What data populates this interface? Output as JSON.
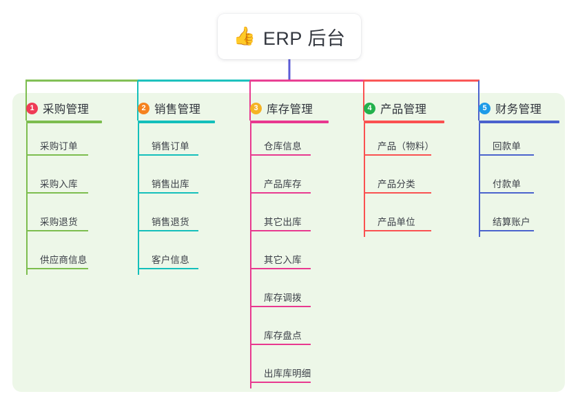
{
  "root": {
    "icon": "thumbs-up-icon",
    "emoji": "👍",
    "title": "ERP 后台"
  },
  "colors": {
    "panel_bg": "#edf7e8",
    "page_bg": "#ffffff",
    "root_stem": "#5b5bd6",
    "text": "#33373f"
  },
  "columns": [
    {
      "number": "1",
      "title": "采购管理",
      "badge_color": "#ef3b56",
      "line_color": "#7cbd4e",
      "items": [
        {
          "label": "采购订单"
        },
        {
          "label": "采购入库"
        },
        {
          "label": "采购退货"
        },
        {
          "label": "供应商信息"
        }
      ]
    },
    {
      "number": "2",
      "title": "销售管理",
      "badge_color": "#f5821f",
      "line_color": "#13bfbb",
      "items": [
        {
          "label": "销售订单"
        },
        {
          "label": "销售出库"
        },
        {
          "label": "销售退货"
        },
        {
          "label": "客户信息"
        }
      ]
    },
    {
      "number": "3",
      "title": "库存管理",
      "badge_color": "#f5b324",
      "line_color": "#e8388f",
      "items": [
        {
          "label": "仓库信息"
        },
        {
          "label": "产品库存"
        },
        {
          "label": "其它出库"
        },
        {
          "label": "其它入库"
        },
        {
          "label": "库存调拨"
        },
        {
          "label": "库存盘点"
        },
        {
          "label": "出库库明细"
        }
      ]
    },
    {
      "number": "4",
      "title": "产品管理",
      "badge_color": "#22b14c",
      "line_color": "#fa5050",
      "items": [
        {
          "label": "产品（物料）"
        },
        {
          "label": "产品分类"
        },
        {
          "label": "产品单位"
        }
      ]
    },
    {
      "number": "5",
      "title": "财务管理",
      "badge_color": "#1e9be8",
      "line_color": "#4a62cd",
      "items": [
        {
          "label": "回款单"
        },
        {
          "label": "付款单"
        },
        {
          "label": "结算账户"
        }
      ]
    }
  ]
}
